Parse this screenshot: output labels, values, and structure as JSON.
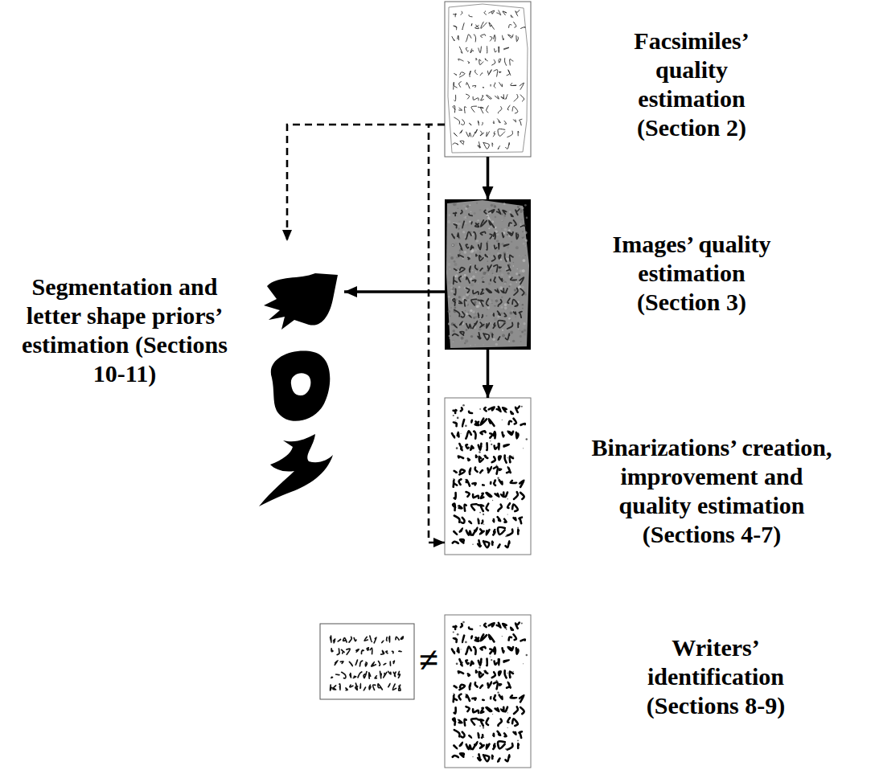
{
  "diagram": {
    "nodes": [
      {
        "text": [
          "Facsimiles’ quality estimation (Section 2)"
        ]
      },
      {
        "text": [
          "Images’ quality estimation (Section 3)"
        ]
      },
      {
        "text": [
          "Segmentation and letter shape priors’ estimation (Sections 10-11)"
        ]
      },
      {
        "text": [
          "Binarizations’ creation, improvement and quality estimation (Sections 4-7)"
        ]
      },
      {
        "text": [
          "Writers’ identification (Sections 8-9)"
        ]
      }
    ],
    "edges": [
      {
        "from": 0,
        "to": 1,
        "arrow": "to"
      },
      {
        "from": 1,
        "to": 3,
        "arrow": "to"
      },
      {
        "from": 1,
        "to": 2,
        "arrow": "to"
      },
      {
        "from": 0,
        "to": 2,
        "arrow": "to"
      },
      {
        "from": 0,
        "to": 3,
        "arrow": "to"
      }
    ],
    "labels": [
      "≠"
    ]
  }
}
